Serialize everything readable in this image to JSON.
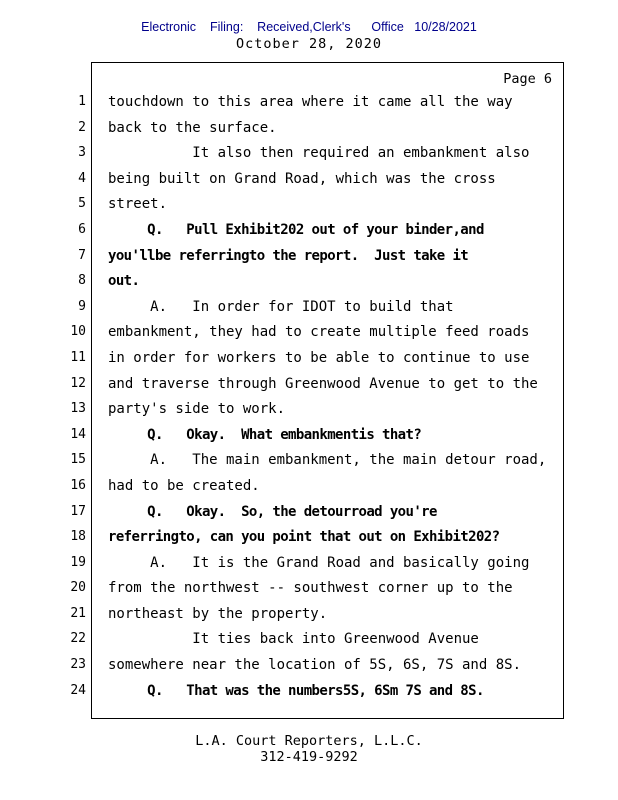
{
  "header": {
    "efiling_line": "Electronic    Filing:    Received,Clerk's      Office   10/28/2021",
    "date_line": "October 28, 2020"
  },
  "page": {
    "page_label": "Page 6"
  },
  "transcript": {
    "lines": [
      {
        "num": "1",
        "text": "touchdown to this area where it came all the way",
        "bold": false
      },
      {
        "num": "2",
        "text": "back to the surface.",
        "bold": false
      },
      {
        "num": "3",
        "text": "          It also then required an embankment also",
        "bold": false
      },
      {
        "num": "4",
        "text": "being built on Grand Road, which was the cross",
        "bold": false
      },
      {
        "num": "5",
        "text": "street.",
        "bold": false
      },
      {
        "num": "6",
        "text": "     Q.   Pull Exhibit202 out of your binder,and",
        "bold": true
      },
      {
        "num": "7",
        "text": "you'llbe referringto the report.  Just take it",
        "bold": true
      },
      {
        "num": "8",
        "text": "out.",
        "bold": true
      },
      {
        "num": "9",
        "text": "     A.   In order for IDOT to build that",
        "bold": false
      },
      {
        "num": "10",
        "text": "embankment, they had to create multiple feed roads",
        "bold": false
      },
      {
        "num": "11",
        "text": "in order for workers to be able to continue to use",
        "bold": false
      },
      {
        "num": "12",
        "text": "and traverse through Greenwood Avenue to get to the",
        "bold": false
      },
      {
        "num": "13",
        "text": "party's side to work.",
        "bold": false
      },
      {
        "num": "14",
        "text": "     Q.   Okay.  What embankmentis that?",
        "bold": true
      },
      {
        "num": "15",
        "text": "     A.   The main embankment, the main detour road,",
        "bold": false
      },
      {
        "num": "16",
        "text": "had to be created.",
        "bold": false
      },
      {
        "num": "17",
        "text": "     Q.   Okay.  So, the detourroad you're",
        "bold": true
      },
      {
        "num": "18",
        "text": "referringto, can you point that out on Exhibit202?",
        "bold": true
      },
      {
        "num": "19",
        "text": "     A.   It is the Grand Road and basically going",
        "bold": false
      },
      {
        "num": "20",
        "text": "from the northwest -- southwest corner up to the",
        "bold": false
      },
      {
        "num": "21",
        "text": "northeast by the property.",
        "bold": false
      },
      {
        "num": "22",
        "text": "          It ties back into Greenwood Avenue",
        "bold": false
      },
      {
        "num": "23",
        "text": "somewhere near the location of 5S, 6S, 7S and 8S.",
        "bold": false
      },
      {
        "num": "24",
        "text": "     Q.   That was the numbers5S, 6Sm 7S and 8S.",
        "bold": true
      }
    ]
  },
  "footer": {
    "company": "L.A. Court Reporters, L.L.C.",
    "phone": "312-419-9292"
  },
  "colors": {
    "efiling_blue": "#00008B",
    "text": "#000000",
    "page_background": "#ffffff"
  }
}
